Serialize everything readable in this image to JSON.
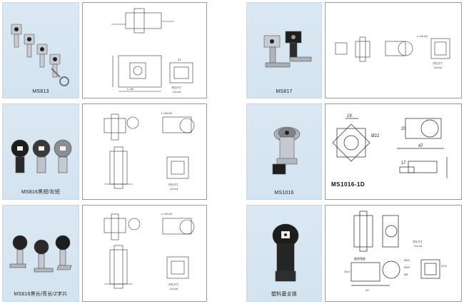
{
  "products": [
    {
      "id": "ms813",
      "caption": "MS813"
    },
    {
      "id": "ms817",
      "caption": "MS817"
    },
    {
      "id": "ms816a",
      "caption": "MS816黑短/灰短"
    },
    {
      "id": "ms1016",
      "caption": "MS1016",
      "drawing_label": "MS1016-1D"
    },
    {
      "id": "ms816b",
      "caption": "MS816黑长/亮长/Z字片"
    },
    {
      "id": "plastic",
      "caption": "塑料基业锁"
    }
  ],
  "drawing_notes": {
    "cutout_cn": "开孔尺寸",
    "cutout_en": "Cut out",
    "rotate_cn": "旋转角度",
    "length_l": "L=40-63",
    "length_l2": "L=46",
    "dims": {
      "d19": "19",
      "d22": "Ø22",
      "d47": "47",
      "d17": "17",
      "d20": "20",
      "d21": "21",
      "d26": "Ø26",
      "d28": "Ø28",
      "d22_5": "22.5",
      "d15_6": "15.6",
      "d40": "40",
      "d8": "Ø8",
      "d1": "1"
    }
  },
  "colors": {
    "photo_bg": "#d7e6f2",
    "line": "#333333"
  }
}
